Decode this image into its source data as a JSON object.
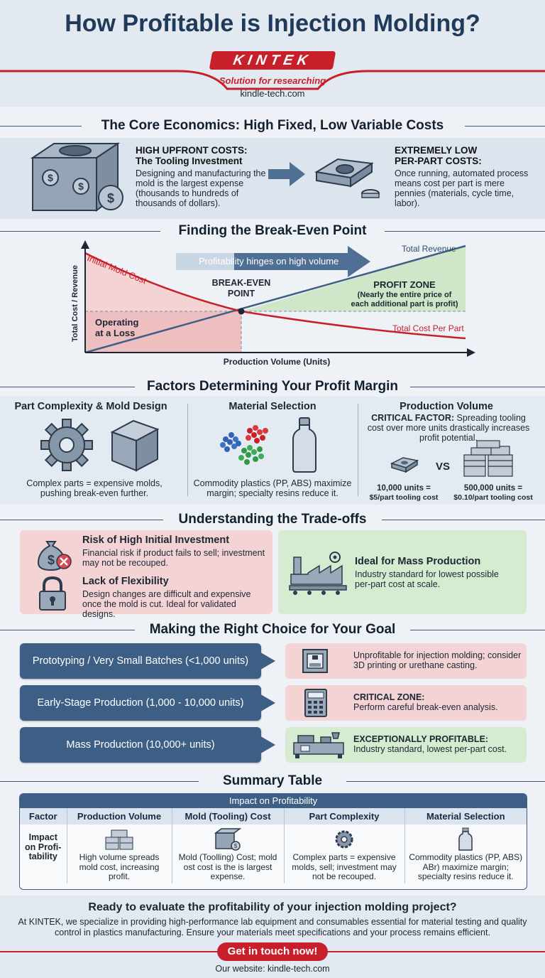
{
  "header": {
    "title": "How Profitable is Injection Molding?",
    "brand": "KINTEK",
    "tagline": "Solution for researching",
    "site": "kindle-tech.com"
  },
  "core": {
    "heading": "The Core Economics: High Fixed, Low Variable Costs",
    "left_title_1": "HIGH UPFRONT COSTS:",
    "left_title_2": "The Tooling Investment",
    "left_body": "Designing and manufacturing the mold is the largest expense (thousands to hundreds of thousands of dollars).",
    "right_title_1": "EXTREMELY LOW",
    "right_title_2": "PER-PART COSTS:",
    "right_body": "Once running, automated process means cost per part is mere pennies (materials, cycle time, labor)."
  },
  "breakeven": {
    "heading": "Finding the Break-Even Point",
    "banner": "Profitability hinges on high volume",
    "initial_mold_cost": "Initial Mold Cost",
    "total_revenue": "Total Revenue",
    "break_even_1": "BREAK-EVEN",
    "break_even_2": "POINT",
    "profit_zone": "PROFIT ZONE",
    "profit_note_1": "(Nearly the entire price of",
    "profit_note_2": "each additional part is profit)",
    "loss_1": "Operating",
    "loss_2": "at a Loss",
    "total_cost_per_part": "Total Cost Per Part",
    "ylabel": "Total Cost / Revenue",
    "xlabel": "Production Volume (Units)"
  },
  "factors": {
    "heading": "Factors Determining Your Profit Margin",
    "col1_title": "Part Complexity & Mold Design",
    "col1_body": "Complex parts = expensive molds, pushing break-even further.",
    "col2_title": "Material Selection",
    "col2_body": "Commodity plastics (PP, ABS) maximize margin; specialty resins reduce it.",
    "col3_title": "Production Volume",
    "col3_critical": "CRITICAL FACTOR:",
    "col3_body": "Spreading tooling cost over more units drastically increases profit potential.",
    "vs": "VS",
    "small_units": "10,000 units =",
    "small_cost": "$5/part tooling cost",
    "large_units": "500,000 units =",
    "large_cost": "$0.10/part tooling cost"
  },
  "tradeoffs": {
    "heading": "Understanding the Trade-offs",
    "risk_title": "Risk of High Initial Investment",
    "risk_body": "Financial risk if product fails to sell; investment may not be recouped.",
    "flex_title": "Lack of Flexibility",
    "flex_body": "Design changes are difficult and expensive once the mold is cut. Ideal for validated designs.",
    "ideal_title": "Ideal for Mass Production",
    "ideal_body": "Industry standard for lowest possible per-part cost at scale."
  },
  "choice": {
    "heading": "Making the Right Choice for Your Goal",
    "rows": [
      {
        "left": "Prototyping / Very Small Batches (<1,000 units)",
        "right_title": "",
        "right_body": "Unprofitable for injection molding; consider 3D printing or urethane casting."
      },
      {
        "left": "Early-Stage Production (1,000 - 10,000 units)",
        "right_title": "CRITICAL ZONE:",
        "right_body": "Perform careful break-even analysis."
      },
      {
        "left": "Mass Production (10,000+ units)",
        "right_title": "EXCEPTIONALLY PROFITABLE:",
        "right_body": "Industry standard, lowest per-part cost."
      }
    ]
  },
  "summary": {
    "heading": "Summary Table",
    "banner": "Impact on Profitability",
    "headers": [
      "Factor",
      "Production Volume",
      "Mold (Tooling) Cost",
      "Part Complexity",
      "Material Selection"
    ],
    "row_label": "Impact on Profi-tability",
    "cells": [
      "High volume spreads mold cost, increasing profit.",
      "Mold (Toolling) Cost; mold ost cost is the is largest expense.",
      "Complex parts = expensive molds, sell; investment may not be recouped.",
      "Commodity plastics (PP, ABS) ABr) maximize margin; specialty resins reduce it."
    ]
  },
  "cta": {
    "question": "Ready to evaluate the profitability of your injection molding project?",
    "body": "At KINTEK, we specialize in providing high-performance lab equipment and consumables essential for material testing and quality control in plastics manufacturing. Ensure your materials meet specifications and your process remains efficient.",
    "button": "Get in touch now!",
    "website": "Our website: kindle-tech.com"
  },
  "colors": {
    "navy": "#1f3a5a",
    "brand_red": "#c8202a",
    "loss_pink": "#f4d3d4",
    "profit_green": "#d6ecd0",
    "button_blue": "#3e5f85"
  }
}
